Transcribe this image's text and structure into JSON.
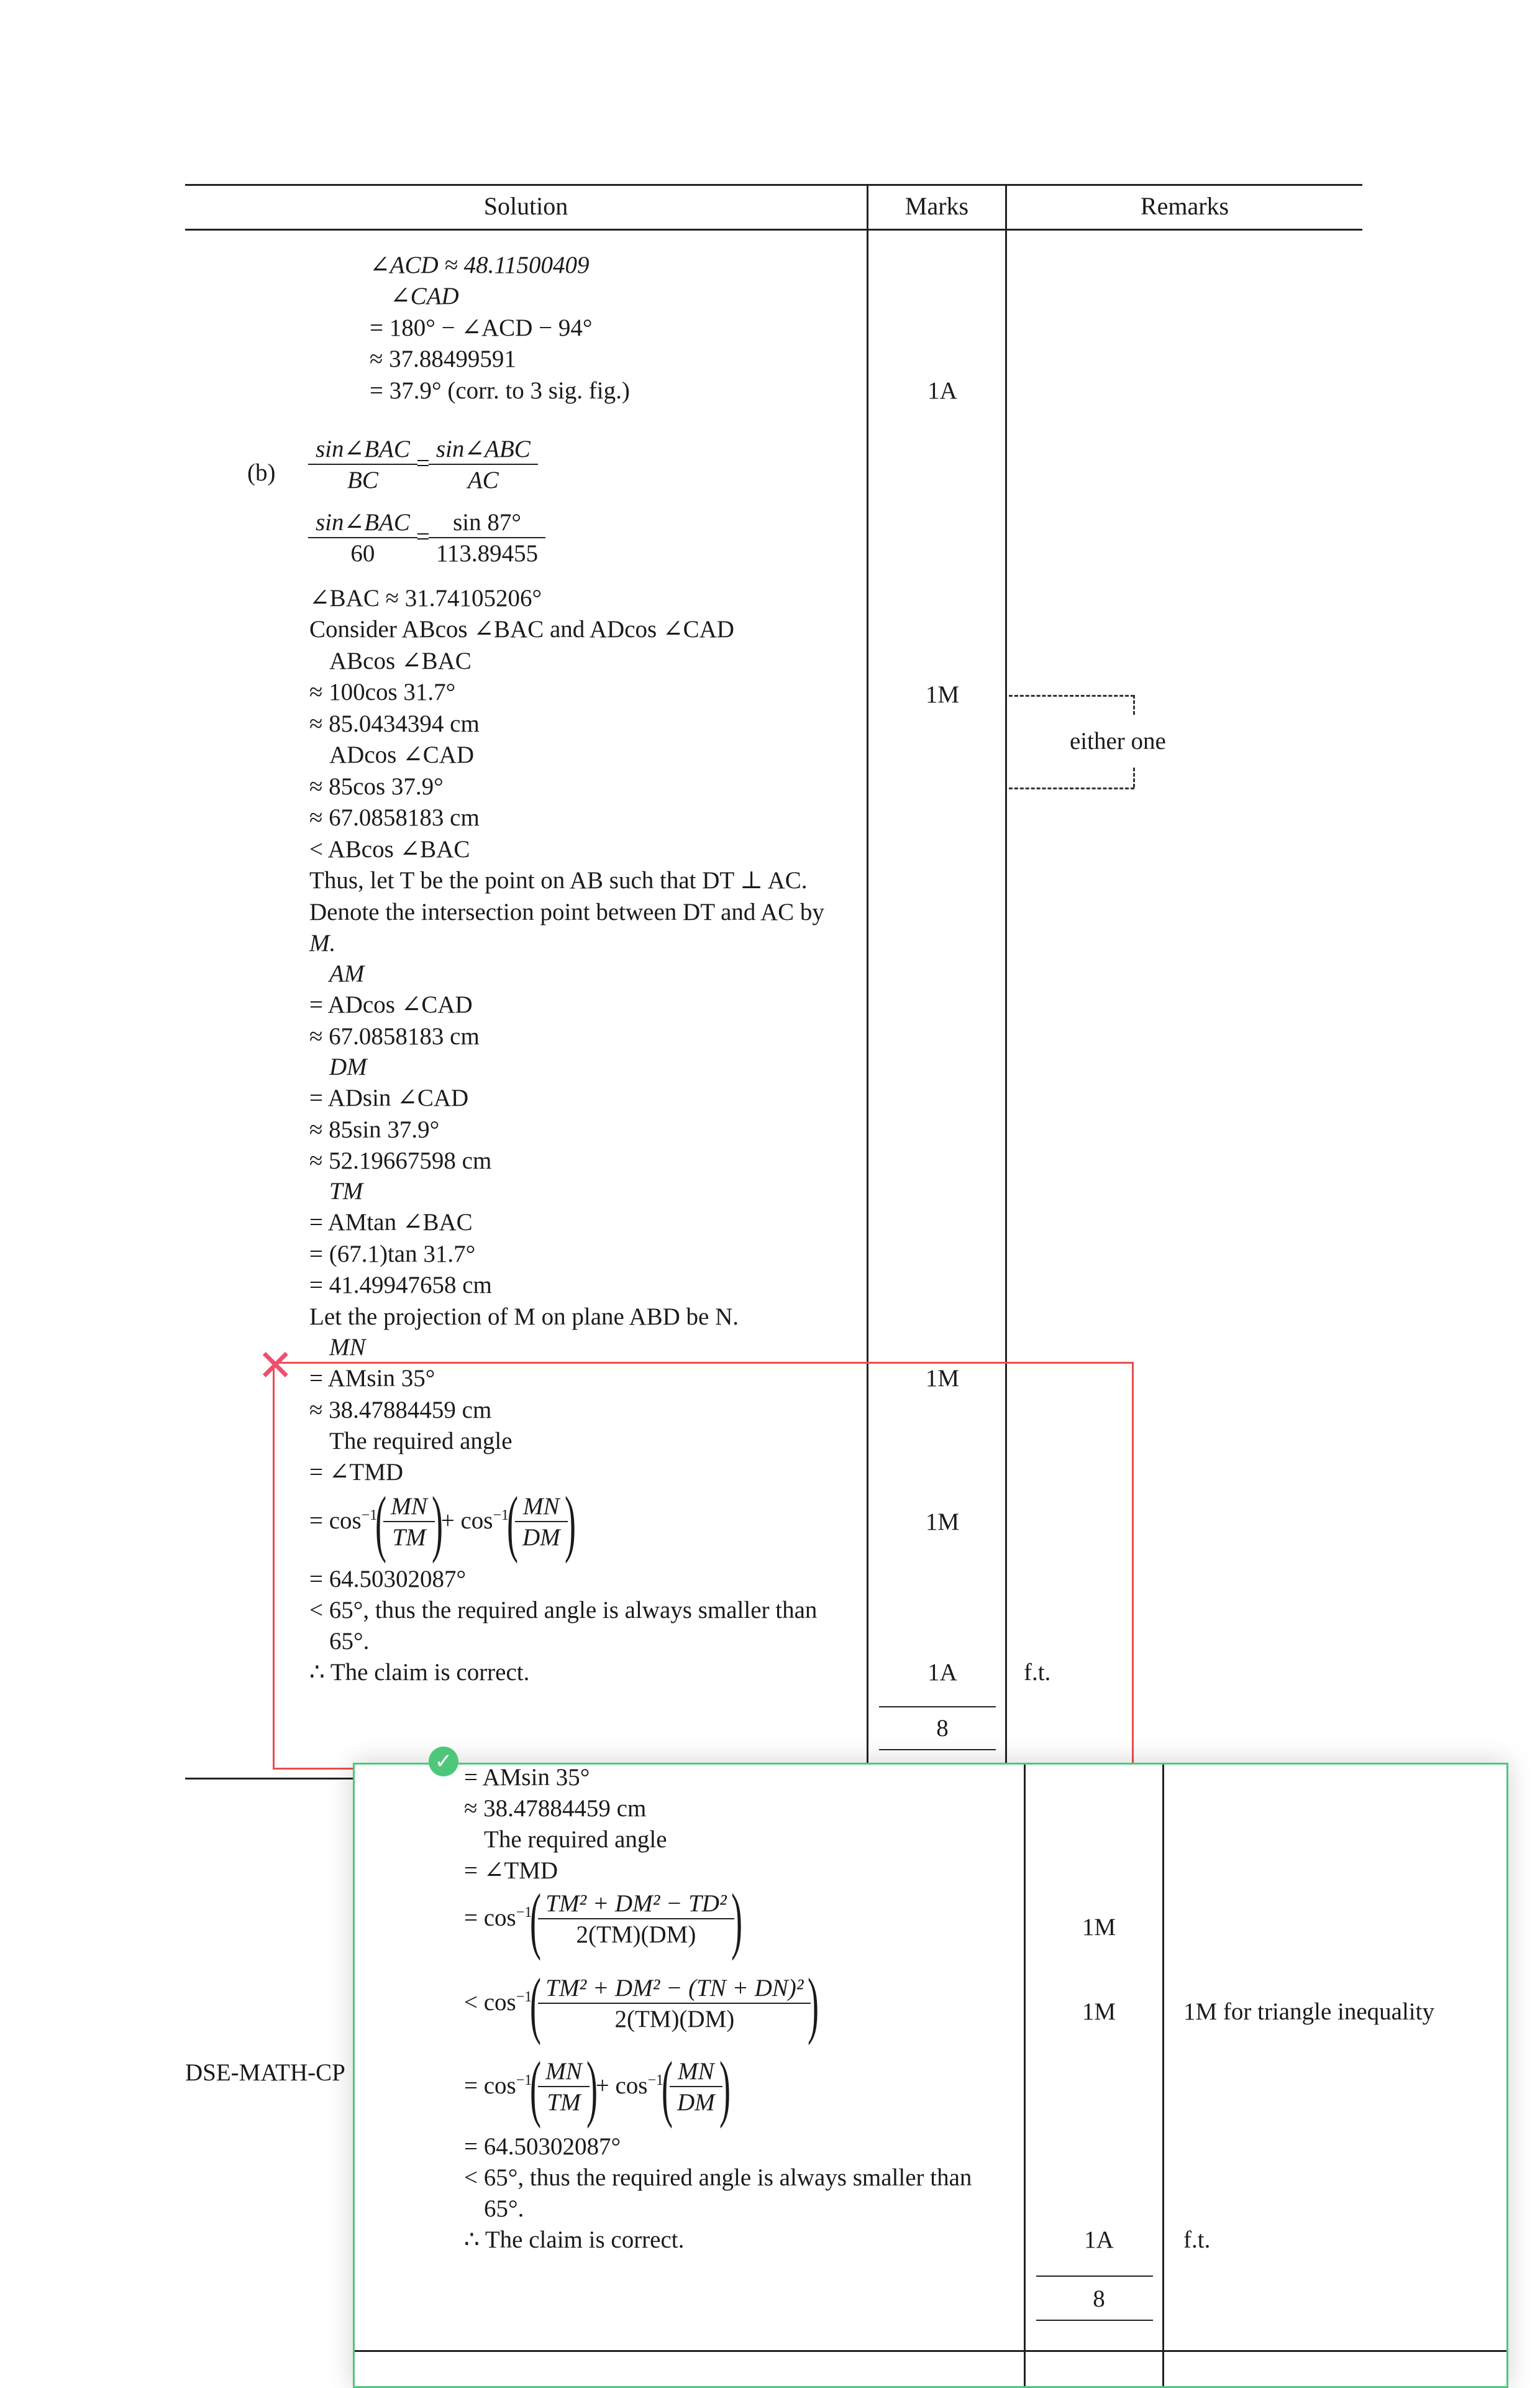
{
  "header": {
    "solution": "Solution",
    "marks": "Marks",
    "remarks": "Remarks"
  },
  "part_a_tail": {
    "l1": "∠ACD ≈ 48.11500409",
    "l2": "∠CAD",
    "l3": "= 180° − ∠ACD − 94°",
    "l4": "≈ 37.88499591",
    "l5": "= 37.9° (corr. to 3 sig. fig.)",
    "mark": "1A"
  },
  "part_b": {
    "label": "(b)",
    "sine_rule_1": {
      "l_num": "sin∠BAC",
      "l_den": "BC",
      "r_num": "sin∠ABC",
      "r_den": "AC"
    },
    "sine_rule_2": {
      "l_num": "sin∠BAC",
      "l_den": "60",
      "r_num": "sin 87°",
      "r_den": "113.89455"
    },
    "lines": [
      "∠BAC ≈ 31.74105206°",
      "Consider ABcos ∠BAC and ADcos ∠CAD",
      "ABcos ∠BAC",
      "≈ 100cos 31.7°",
      "≈ 85.0434394 cm",
      "ADcos ∠CAD",
      "≈ 85cos 37.9°",
      "≈ 67.0858183 cm",
      "< ABcos ∠BAC",
      "Thus, let T be the point on AB such that DT ⊥ AC.",
      "Denote the intersection point between DT and AC by",
      "M.",
      "AM",
      "= ADcos ∠CAD",
      "≈ 67.0858183 cm",
      "DM",
      "= ADsin ∠CAD",
      "≈ 85sin 37.9°",
      "≈ 52.19667598 cm",
      "TM",
      "= AMtan ∠BAC",
      "= (67.1)tan 31.7°",
      "= 41.49947658 cm",
      "Let the projection of M on plane ABD be N.",
      "MN",
      "= AMsin 35°",
      "≈ 38.47884459 cm",
      "The required angle",
      "= ∠TMD"
    ],
    "cos_line": {
      "prefix": "= cos",
      "sup": "−1",
      "num": "MN",
      "den1": "TM",
      "plus": "+ cos",
      "den2": "DM"
    },
    "tail": [
      "= 64.50302087°",
      "< 65°, thus the required angle is always smaller than",
      "65°.",
      "∴ The claim is correct."
    ],
    "marks": {
      "m1": "1M",
      "m2": "1M",
      "m3": "1M",
      "m4": "1A",
      "total": "8"
    },
    "remarks": {
      "either": "either one",
      "ft": "f.t."
    }
  },
  "footer": {
    "code": "DSE-MATH-CP"
  },
  "correction": {
    "lines_top": [
      "= AMsin 35°",
      "≈ 38.47884459 cm",
      "The required angle",
      "= ∠TMD"
    ],
    "eq1": {
      "prefix": "= cos",
      "sup": "−1",
      "num": "TM² + DM² − TD²",
      "den": "2(TM)(DM)"
    },
    "eq2": {
      "prefix": "< cos",
      "sup": "−1",
      "num": "TM² + DM² − (TN + DN)²",
      "den": "2(TM)(DM)"
    },
    "eq3": {
      "prefix": "= cos",
      "sup": "−1",
      "num": "MN",
      "den1": "TM",
      "plus": "+ cos",
      "den2": "DM"
    },
    "lines_tail": [
      "= 64.50302087°",
      "< 65°, thus the required angle is always smaller than",
      "65°.",
      "∴ The claim is correct."
    ],
    "marks": {
      "m1": "1M",
      "m2": "1M",
      "m3": "1A",
      "total": "8"
    },
    "remarks": {
      "r2": "1M for triangle inequality",
      "ft": "f.t."
    }
  },
  "icons": {
    "wrong": "cross-icon",
    "right": "check-circle-icon"
  },
  "colors": {
    "wrong": "#ea4d4d",
    "right": "#4ec77b"
  }
}
